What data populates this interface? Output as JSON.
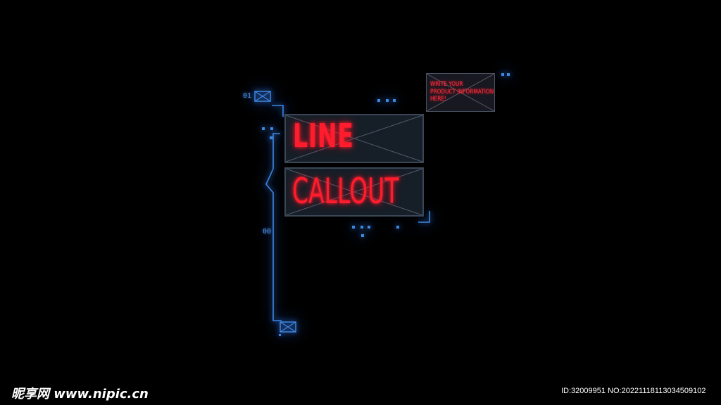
{
  "callout": {
    "word1": "LINE",
    "word2": "CALLOUT",
    "info": [
      "WRITE YOUR",
      "PRODUCT INFORMATION",
      "HERE!"
    ]
  },
  "markers": {
    "top": "01",
    "middle": "00"
  },
  "watermark": {
    "brand": "昵享网 www.nipic.cn",
    "id": "ID:32009951 NO:20221118113034509102"
  },
  "colors": {
    "background": "#000000",
    "neon_red": "#ff1c2c",
    "hud_blue": "#3f86e0",
    "box_grey": "#3a4656"
  },
  "icons": [
    "envelope-icon",
    "envelope-icon",
    "dot-cluster-icon"
  ]
}
